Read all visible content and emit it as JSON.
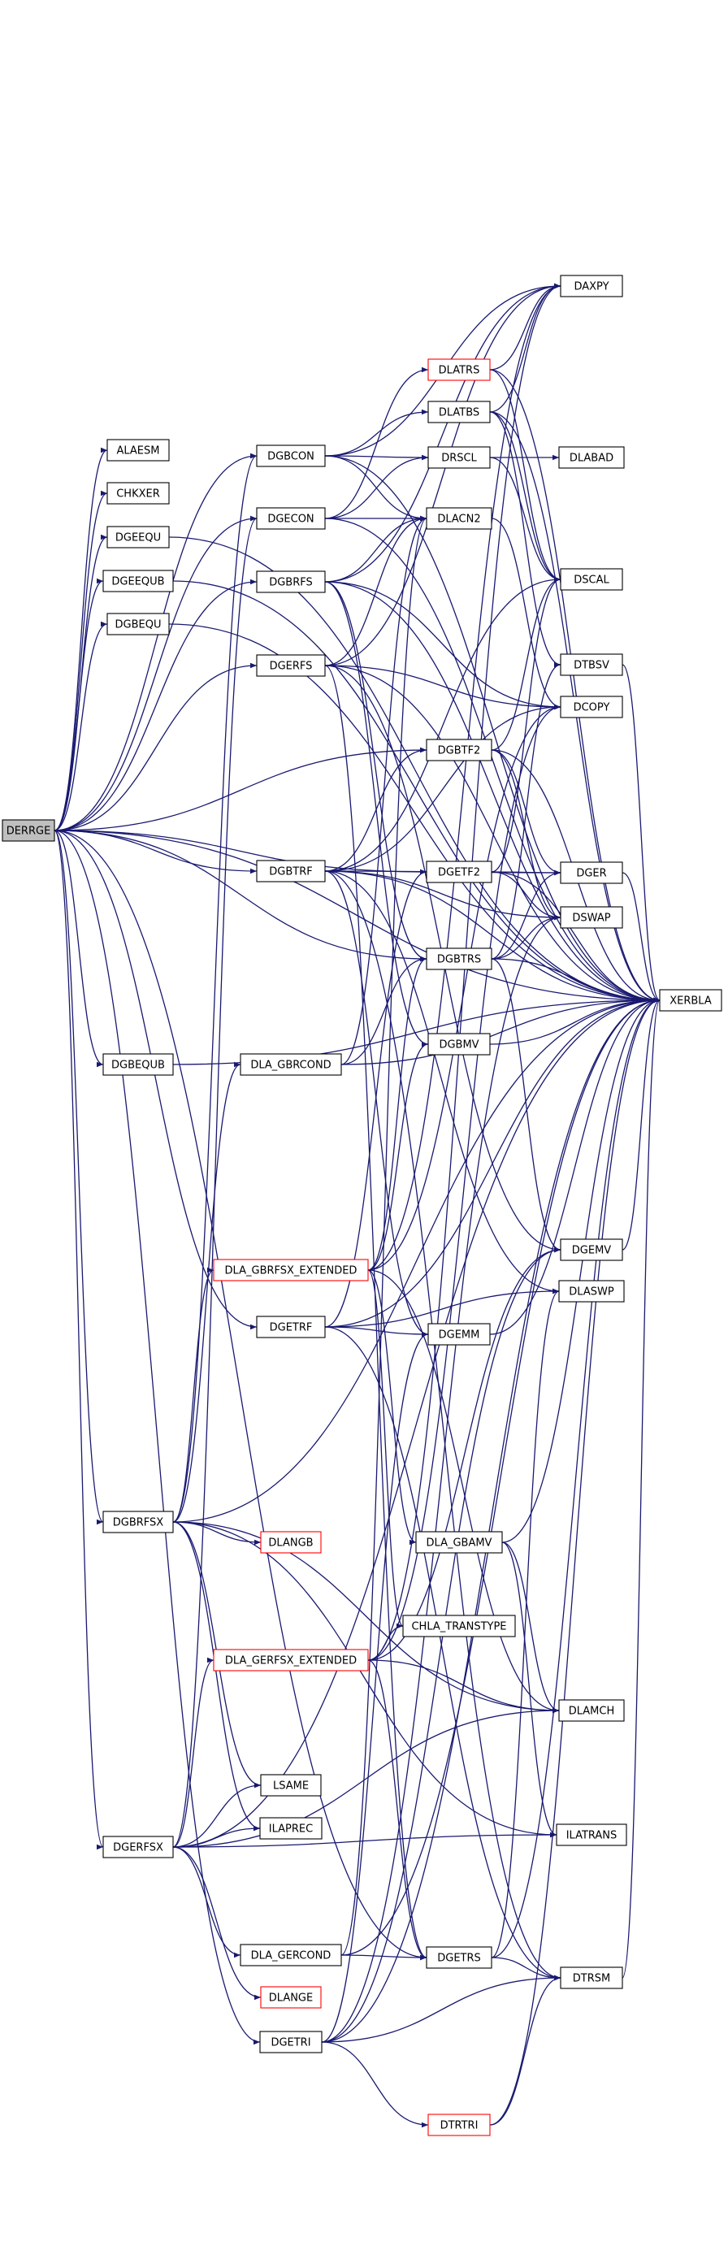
{
  "graph": {
    "root": "DERRGE",
    "nodes": [
      {
        "id": "DERRGE",
        "label": "DERRGE",
        "style": "root"
      },
      {
        "id": "ALAESM",
        "label": "ALAESM",
        "style": "normal"
      },
      {
        "id": "CHKXER",
        "label": "CHKXER",
        "style": "normal"
      },
      {
        "id": "DGEEQU",
        "label": "DGEEQU",
        "style": "normal"
      },
      {
        "id": "DGEEQUB",
        "label": "DGEEQUB",
        "style": "normal"
      },
      {
        "id": "DGBEQU",
        "label": "DGBEQU",
        "style": "normal"
      },
      {
        "id": "DGBEQUB",
        "label": "DGBEQUB",
        "style": "normal"
      },
      {
        "id": "DGBRFSX",
        "label": "DGBRFSX",
        "style": "normal"
      },
      {
        "id": "DGERFSX",
        "label": "DGERFSX",
        "style": "normal"
      },
      {
        "id": "DGBCON",
        "label": "DGBCON",
        "style": "normal"
      },
      {
        "id": "DGECON",
        "label": "DGECON",
        "style": "normal"
      },
      {
        "id": "DGBRFS",
        "label": "DGBRFS",
        "style": "normal"
      },
      {
        "id": "DGERFS",
        "label": "DGERFS",
        "style": "normal"
      },
      {
        "id": "DGBTRF",
        "label": "DGBTRF",
        "style": "normal"
      },
      {
        "id": "DLA_GBRCOND",
        "label": "DLA_GBRCOND",
        "style": "normal"
      },
      {
        "id": "DLA_GBRFSX_EXTENDED",
        "label": "DLA_GBRFSX_EXTENDED",
        "style": "red"
      },
      {
        "id": "DGETRF",
        "label": "DGETRF",
        "style": "normal"
      },
      {
        "id": "DLANGB",
        "label": "DLANGB",
        "style": "red"
      },
      {
        "id": "DLA_GERFSX_EXTENDED",
        "label": "DLA_GERFSX_EXTENDED",
        "style": "red"
      },
      {
        "id": "LSAME",
        "label": "LSAME",
        "style": "normal"
      },
      {
        "id": "ILAPREC",
        "label": "ILAPREC",
        "style": "normal"
      },
      {
        "id": "DLA_GERCOND",
        "label": "DLA_GERCOND",
        "style": "normal"
      },
      {
        "id": "DLANGE",
        "label": "DLANGE",
        "style": "red"
      },
      {
        "id": "DGETRI",
        "label": "DGETRI",
        "style": "normal"
      },
      {
        "id": "DLATRS",
        "label": "DLATRS",
        "style": "red"
      },
      {
        "id": "DLATBS",
        "label": "DLATBS",
        "style": "normal"
      },
      {
        "id": "DRSCL",
        "label": "DRSCL",
        "style": "normal"
      },
      {
        "id": "DLACN2",
        "label": "DLACN2",
        "style": "normal"
      },
      {
        "id": "DGBTF2",
        "label": "DGBTF2",
        "style": "normal"
      },
      {
        "id": "DGETF2",
        "label": "DGETF2",
        "style": "normal"
      },
      {
        "id": "DGBTRS",
        "label": "DGBTRS",
        "style": "normal"
      },
      {
        "id": "DGBMV",
        "label": "DGBMV",
        "style": "normal"
      },
      {
        "id": "DGEMM",
        "label": "DGEMM",
        "style": "normal"
      },
      {
        "id": "DLA_GBAMV",
        "label": "DLA_GBAMV",
        "style": "normal"
      },
      {
        "id": "CHLA_TRANSTYPE",
        "label": "CHLA_TRANSTYPE",
        "style": "normal"
      },
      {
        "id": "DGETRS",
        "label": "DGETRS",
        "style": "normal"
      },
      {
        "id": "DTRTRI",
        "label": "DTRTRI",
        "style": "red"
      },
      {
        "id": "DAXPY",
        "label": "DAXPY",
        "style": "normal"
      },
      {
        "id": "DLABAD",
        "label": "DLABAD",
        "style": "normal"
      },
      {
        "id": "DSCAL",
        "label": "DSCAL",
        "style": "normal"
      },
      {
        "id": "DTBSV",
        "label": "DTBSV",
        "style": "normal"
      },
      {
        "id": "DCOPY",
        "label": "DCOPY",
        "style": "normal"
      },
      {
        "id": "DGER",
        "label": "DGER",
        "style": "normal"
      },
      {
        "id": "DSWAP",
        "label": "DSWAP",
        "style": "normal"
      },
      {
        "id": "DGEMV",
        "label": "DGEMV",
        "style": "normal"
      },
      {
        "id": "DLASWP",
        "label": "DLASWP",
        "style": "normal"
      },
      {
        "id": "DLAMCH",
        "label": "DLAMCH",
        "style": "normal"
      },
      {
        "id": "ILATRANS",
        "label": "ILATRANS",
        "style": "normal"
      },
      {
        "id": "DTRSM",
        "label": "DTRSM",
        "style": "normal"
      },
      {
        "id": "XERBLA",
        "label": "XERBLA",
        "style": "normal"
      }
    ],
    "edges": [
      [
        "DERRGE",
        "ALAESM"
      ],
      [
        "DERRGE",
        "CHKXER"
      ],
      [
        "DERRGE",
        "DGEEQU"
      ],
      [
        "DERRGE",
        "DGEEQUB"
      ],
      [
        "DERRGE",
        "DGBEQU"
      ],
      [
        "DERRGE",
        "DGBEQUB"
      ],
      [
        "DERRGE",
        "DGBRFSX"
      ],
      [
        "DERRGE",
        "DGERFSX"
      ],
      [
        "DERRGE",
        "DGBCON"
      ],
      [
        "DERRGE",
        "DGECON"
      ],
      [
        "DERRGE",
        "DGBRFS"
      ],
      [
        "DERRGE",
        "DGERFS"
      ],
      [
        "DERRGE",
        "DGBTRF"
      ],
      [
        "DERRGE",
        "DGBTF2"
      ],
      [
        "DERRGE",
        "DGETF2"
      ],
      [
        "DERRGE",
        "DGBTRS"
      ],
      [
        "DERRGE",
        "DGETRF"
      ],
      [
        "DERRGE",
        "DGETRS"
      ],
      [
        "DERRGE",
        "DGETRI"
      ],
      [
        "DERRGE",
        "XERBLA"
      ],
      [
        "DGEEQU",
        "XERBLA"
      ],
      [
        "DGEEQUB",
        "XERBLA"
      ],
      [
        "DGBEQU",
        "XERBLA"
      ],
      [
        "DGBEQUB",
        "XERBLA"
      ],
      [
        "DGBCON",
        "DLATBS"
      ],
      [
        "DGBCON",
        "DRSCL"
      ],
      [
        "DGBCON",
        "DLACN2"
      ],
      [
        "DGBCON",
        "DAXPY"
      ],
      [
        "DGBCON",
        "XERBLA"
      ],
      [
        "DGECON",
        "DLATRS"
      ],
      [
        "DGECON",
        "DRSCL"
      ],
      [
        "DGECON",
        "DLACN2"
      ],
      [
        "DGECON",
        "XERBLA"
      ],
      [
        "DGBRFS",
        "DLACN2"
      ],
      [
        "DGBRFS",
        "DAXPY"
      ],
      [
        "DGBRFS",
        "DCOPY"
      ],
      [
        "DGBRFS",
        "DGBTRS"
      ],
      [
        "DGBRFS",
        "DGBMV"
      ],
      [
        "DGBRFS",
        "XERBLA"
      ],
      [
        "DGERFS",
        "DLACN2"
      ],
      [
        "DGERFS",
        "DAXPY"
      ],
      [
        "DGERFS",
        "DCOPY"
      ],
      [
        "DGERFS",
        "DGETRS"
      ],
      [
        "DGERFS",
        "DGEMV"
      ],
      [
        "DGERFS",
        "XERBLA"
      ],
      [
        "DGBTRF",
        "DGBTF2"
      ],
      [
        "DGBTRF",
        "DGER"
      ],
      [
        "DGBTRF",
        "DSWAP"
      ],
      [
        "DGBTRF",
        "DSCAL"
      ],
      [
        "DGBTRF",
        "DGEMM"
      ],
      [
        "DGBTRF",
        "DCOPY"
      ],
      [
        "DGBTRF",
        "DLASWP"
      ],
      [
        "DGBTRF",
        "DTRSM"
      ],
      [
        "DGBTRF",
        "XERBLA"
      ],
      [
        "DLA_GBRCOND",
        "DGBTRS"
      ],
      [
        "DLA_GBRCOND",
        "DLACN2"
      ],
      [
        "DLA_GBRCOND",
        "XERBLA"
      ],
      [
        "DLA_GBRFSX_EXTENDED",
        "DGBTRS"
      ],
      [
        "DLA_GBRFSX_EXTENDED",
        "DGBMV"
      ],
      [
        "DLA_GBRFSX_EXTENDED",
        "DLA_GBAMV"
      ],
      [
        "DLA_GBRFSX_EXTENDED",
        "DAXPY"
      ],
      [
        "DLA_GBRFSX_EXTENDED",
        "DCOPY"
      ],
      [
        "DLA_GBRFSX_EXTENDED",
        "CHLA_TRANSTYPE"
      ],
      [
        "DLA_GBRFSX_EXTENDED",
        "DLAMCH"
      ],
      [
        "DGETRF",
        "DGETF2"
      ],
      [
        "DGETRF",
        "DLASWP"
      ],
      [
        "DGETRF",
        "DGEMM"
      ],
      [
        "DGETRF",
        "DTRSM"
      ],
      [
        "DGETRF",
        "XERBLA"
      ],
      [
        "DGBRFSX",
        "DLANGB"
      ],
      [
        "DGBRFSX",
        "DGBCON"
      ],
      [
        "DGBRFSX",
        "DLA_GBRCOND"
      ],
      [
        "DGBRFSX",
        "DLA_GBRFSX_EXTENDED"
      ],
      [
        "DGBRFSX",
        "LSAME"
      ],
      [
        "DGBRFSX",
        "ILAPREC"
      ],
      [
        "DGBRFSX",
        "ILATRANS"
      ],
      [
        "DGBRFSX",
        "DLAMCH"
      ],
      [
        "DGBRFSX",
        "XERBLA"
      ],
      [
        "DGERFSX",
        "DLANGE"
      ],
      [
        "DGERFSX",
        "DGECON"
      ],
      [
        "DGERFSX",
        "DLA_GERCOND"
      ],
      [
        "DGERFSX",
        "DLA_GERFSX_EXTENDED"
      ],
      [
        "DGERFSX",
        "LSAME"
      ],
      [
        "DGERFSX",
        "ILAPREC"
      ],
      [
        "DGERFSX",
        "ILATRANS"
      ],
      [
        "DGERFSX",
        "DLAMCH"
      ],
      [
        "DGERFSX",
        "XERBLA"
      ],
      [
        "DLA_GERFSX_EXTENDED",
        "DGETRS"
      ],
      [
        "DLA_GERFSX_EXTENDED",
        "DGEMV"
      ],
      [
        "DLA_GERFSX_EXTENDED",
        "DAXPY"
      ],
      [
        "DLA_GERFSX_EXTENDED",
        "DCOPY"
      ],
      [
        "DLA_GERFSX_EXTENDED",
        "CHLA_TRANSTYPE"
      ],
      [
        "DLA_GERFSX_EXTENDED",
        "DLAMCH"
      ],
      [
        "DLA_GERCOND",
        "DGETRS"
      ],
      [
        "DLA_GERCOND",
        "DLACN2"
      ],
      [
        "DLA_GERCOND",
        "XERBLA"
      ],
      [
        "DGETRI",
        "DTRTRI"
      ],
      [
        "DGETRI",
        "DGEMV"
      ],
      [
        "DGETRI",
        "DGEMM"
      ],
      [
        "DGETRI",
        "DSWAP"
      ],
      [
        "DGETRI",
        "DTRSM"
      ],
      [
        "DGETRI",
        "XERBLA"
      ],
      [
        "DLATRS",
        "DAXPY"
      ],
      [
        "DLATRS",
        "DSCAL"
      ],
      [
        "DLATRS",
        "XERBLA"
      ],
      [
        "DLATBS",
        "DAXPY"
      ],
      [
        "DLATBS",
        "DSCAL"
      ],
      [
        "DLATBS",
        "DTBSV"
      ],
      [
        "DLATBS",
        "XERBLA"
      ],
      [
        "DRSCL",
        "DLABAD"
      ],
      [
        "DRSCL",
        "DSCAL"
      ],
      [
        "DLACN2",
        "DCOPY"
      ],
      [
        "DGBTF2",
        "DGER"
      ],
      [
        "DGBTF2",
        "DSWAP"
      ],
      [
        "DGBTF2",
        "DSCAL"
      ],
      [
        "DGBTF2",
        "XERBLA"
      ],
      [
        "DGETF2",
        "DGER"
      ],
      [
        "DGETF2",
        "DSWAP"
      ],
      [
        "DGETF2",
        "DSCAL"
      ],
      [
        "DGETF2",
        "XERBLA"
      ],
      [
        "DGBTRS",
        "DGER"
      ],
      [
        "DGBTRS",
        "DSWAP"
      ],
      [
        "DGBTRS",
        "DGEMV"
      ],
      [
        "DGBTRS",
        "DTBSV"
      ],
      [
        "DGBTRS",
        "XERBLA"
      ],
      [
        "DGBMV",
        "XERBLA"
      ],
      [
        "DGEMM",
        "XERBLA"
      ],
      [
        "DLA_GBAMV",
        "DLAMCH"
      ],
      [
        "DLA_GBAMV",
        "ILATRANS"
      ],
      [
        "DLA_GBAMV",
        "XERBLA"
      ],
      [
        "DGETRS",
        "DLASWP"
      ],
      [
        "DGETRS",
        "DTRSM"
      ],
      [
        "DGETRS",
        "XERBLA"
      ],
      [
        "DTRTRI",
        "DTRSM"
      ],
      [
        "DTRTRI",
        "XERBLA"
      ],
      [
        "DTBSV",
        "XERBLA"
      ],
      [
        "DGER",
        "XERBLA"
      ],
      [
        "DGEMV",
        "XERBLA"
      ],
      [
        "DTRSM",
        "XERBLA"
      ]
    ]
  }
}
